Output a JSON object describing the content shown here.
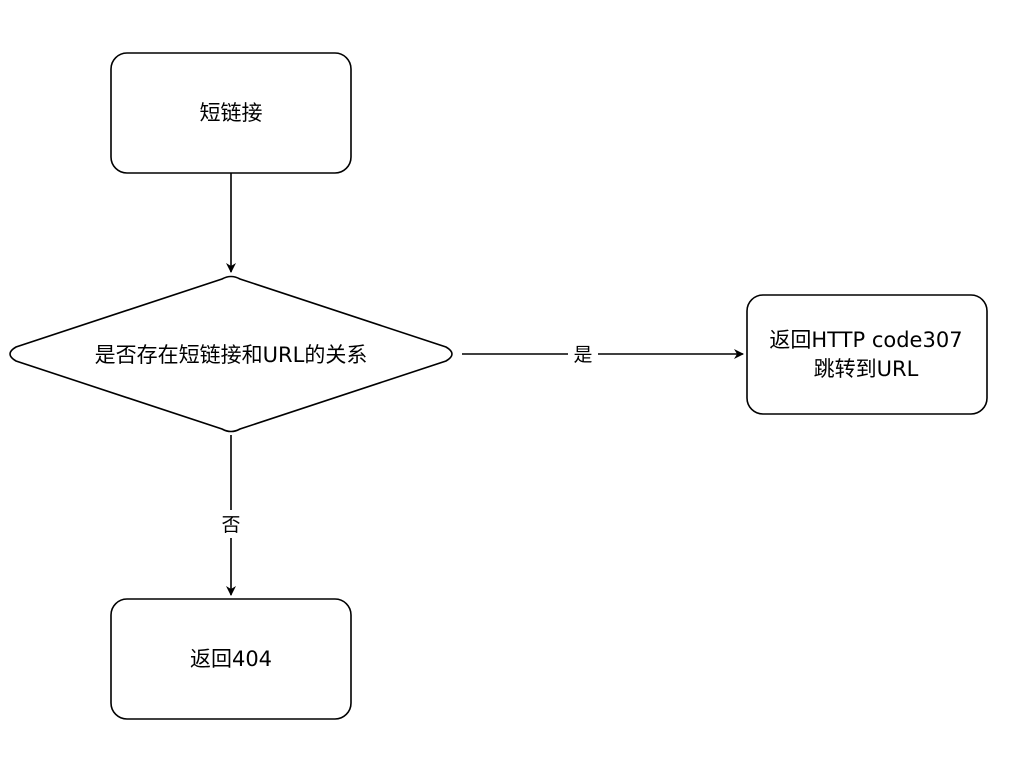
{
  "diagram": {
    "nodes": {
      "start": {
        "label": "短链接"
      },
      "decision": {
        "label": "是否存在短链接和URL的关系"
      },
      "redirect": {
        "lines": [
          "返回HTTP code307",
          "跳转到URL"
        ]
      },
      "not_found": {
        "label": "返回404"
      }
    },
    "edges": {
      "start_to_decision": {
        "label": ""
      },
      "decision_yes": {
        "label": "是"
      },
      "decision_no": {
        "label": "否"
      }
    }
  },
  "colors": {
    "stroke": "#000000",
    "fill": "#ffffff",
    "text": "#000000"
  }
}
